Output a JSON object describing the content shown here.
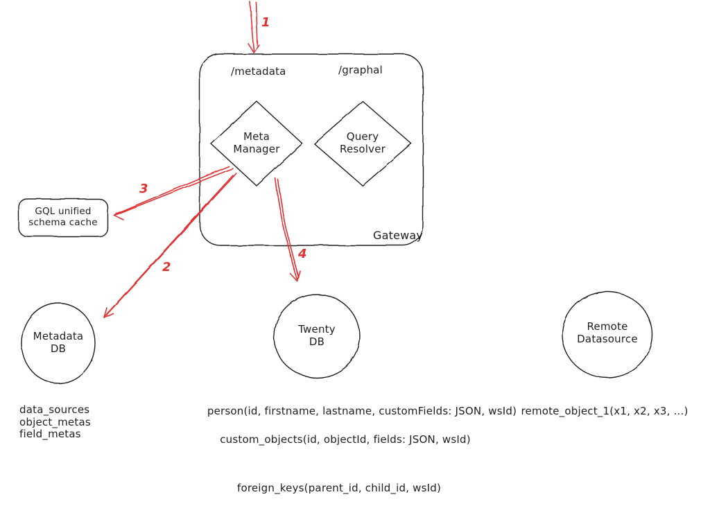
{
  "colors": {
    "ink": "#1e1e1e",
    "accent": "#e03131",
    "background": "#ffffff"
  },
  "gateway": {
    "label": "Gateway",
    "route_left": "/metadata",
    "route_right": "/graphal",
    "meta_manager_label": "Meta\nManager",
    "query_resolver_label": "Query\nResolver"
  },
  "cache_box": {
    "label": "GQL unified\nschema cache"
  },
  "nodes": {
    "metadata_db": {
      "label": "Metadata\nDB"
    },
    "twenty_db": {
      "label": "Twenty\nDB"
    },
    "remote_datasource": {
      "label": "Remote\nDatasource"
    }
  },
  "step_labels": {
    "s1": "1",
    "s2": "2",
    "s3": "3",
    "s4": "4"
  },
  "schemas": {
    "metadata_db_tables": "data_sources\nobject_metas\nfield_metas",
    "person": "person(id, firstname, lastname, customFields: JSON, wsId)",
    "custom_objects": "custom_objects(id, objectId, fields: JSON, wsId)",
    "remote_object": "remote_object_1(x1, x2, x3, ...)",
    "foreign_keys": "foreign_keys(parent_id, child_id, wsId)"
  }
}
